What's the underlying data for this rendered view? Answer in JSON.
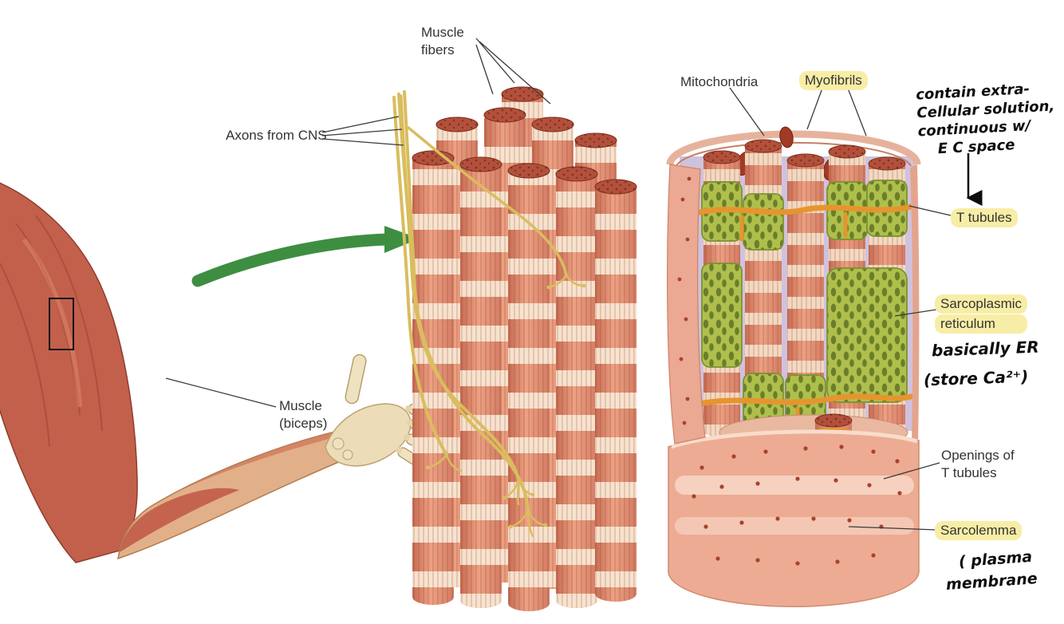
{
  "labels": {
    "muscle_fibers_l1": "Muscle",
    "muscle_fibers_l2": "fibers",
    "axons": "Axons from CNS",
    "muscle_l1": "Muscle",
    "muscle_l2": "(biceps)",
    "mitochondria": "Mitochondria",
    "myofibrils": "Myofibrils",
    "t_tubules": "T tubules",
    "sr_l1": "Sarcoplasmic",
    "sr_l2": "reticulum",
    "openings_l1": "Openings of",
    "openings_l2": "T tubules",
    "sarcolemma": "Sarcolemma"
  },
  "handwritten": {
    "ec_l1": "contain extra-",
    "ec_l2": "Cellular solution,",
    "ec_l3": "continuous w/",
    "ec_l4": "E C space",
    "er_l1": "basically ER",
    "er_l2": "(store Ca²⁺)",
    "plasma_l1": "( plasma",
    "plasma_l2": "membrane"
  },
  "colors": {
    "highlight": "#f8eda6",
    "label_text": "#333333",
    "handwriting": "#0d0d0d",
    "arrow_green": "#3e8e41"
  }
}
